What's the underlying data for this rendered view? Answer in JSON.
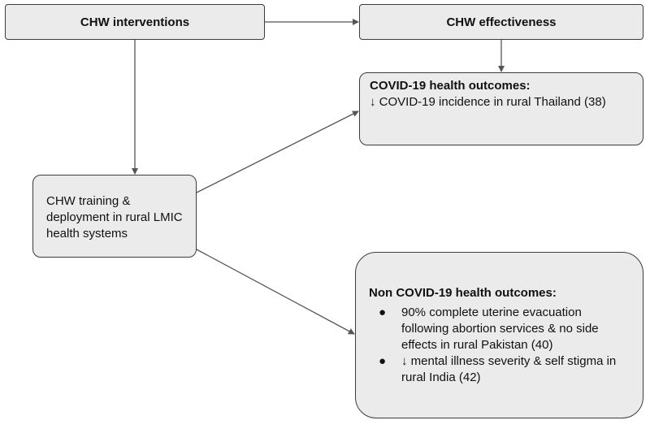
{
  "nodes": {
    "interventions": {
      "label": "CHW interventions"
    },
    "effectiveness": {
      "label": "CHW effectiveness"
    },
    "training": {
      "label": "CHW training & deployment in rural LMIC health systems"
    },
    "covid": {
      "title": "COVID-19 health outcomes:",
      "text": "↓ COVID-19 incidence in rural Thailand (38)"
    },
    "noncovid": {
      "title": "Non COVID-19 health outcomes:",
      "bullet": "●",
      "items": [
        "90% complete uterine evacuation following abortion services & no side effects in rural Pakistan (40)",
        "↓ mental illness severity & self stigma in rural India (42)"
      ]
    }
  },
  "colors": {
    "node_fill": "#ebebeb",
    "node_border": "#3c3c3c",
    "arrow": "#555555"
  }
}
